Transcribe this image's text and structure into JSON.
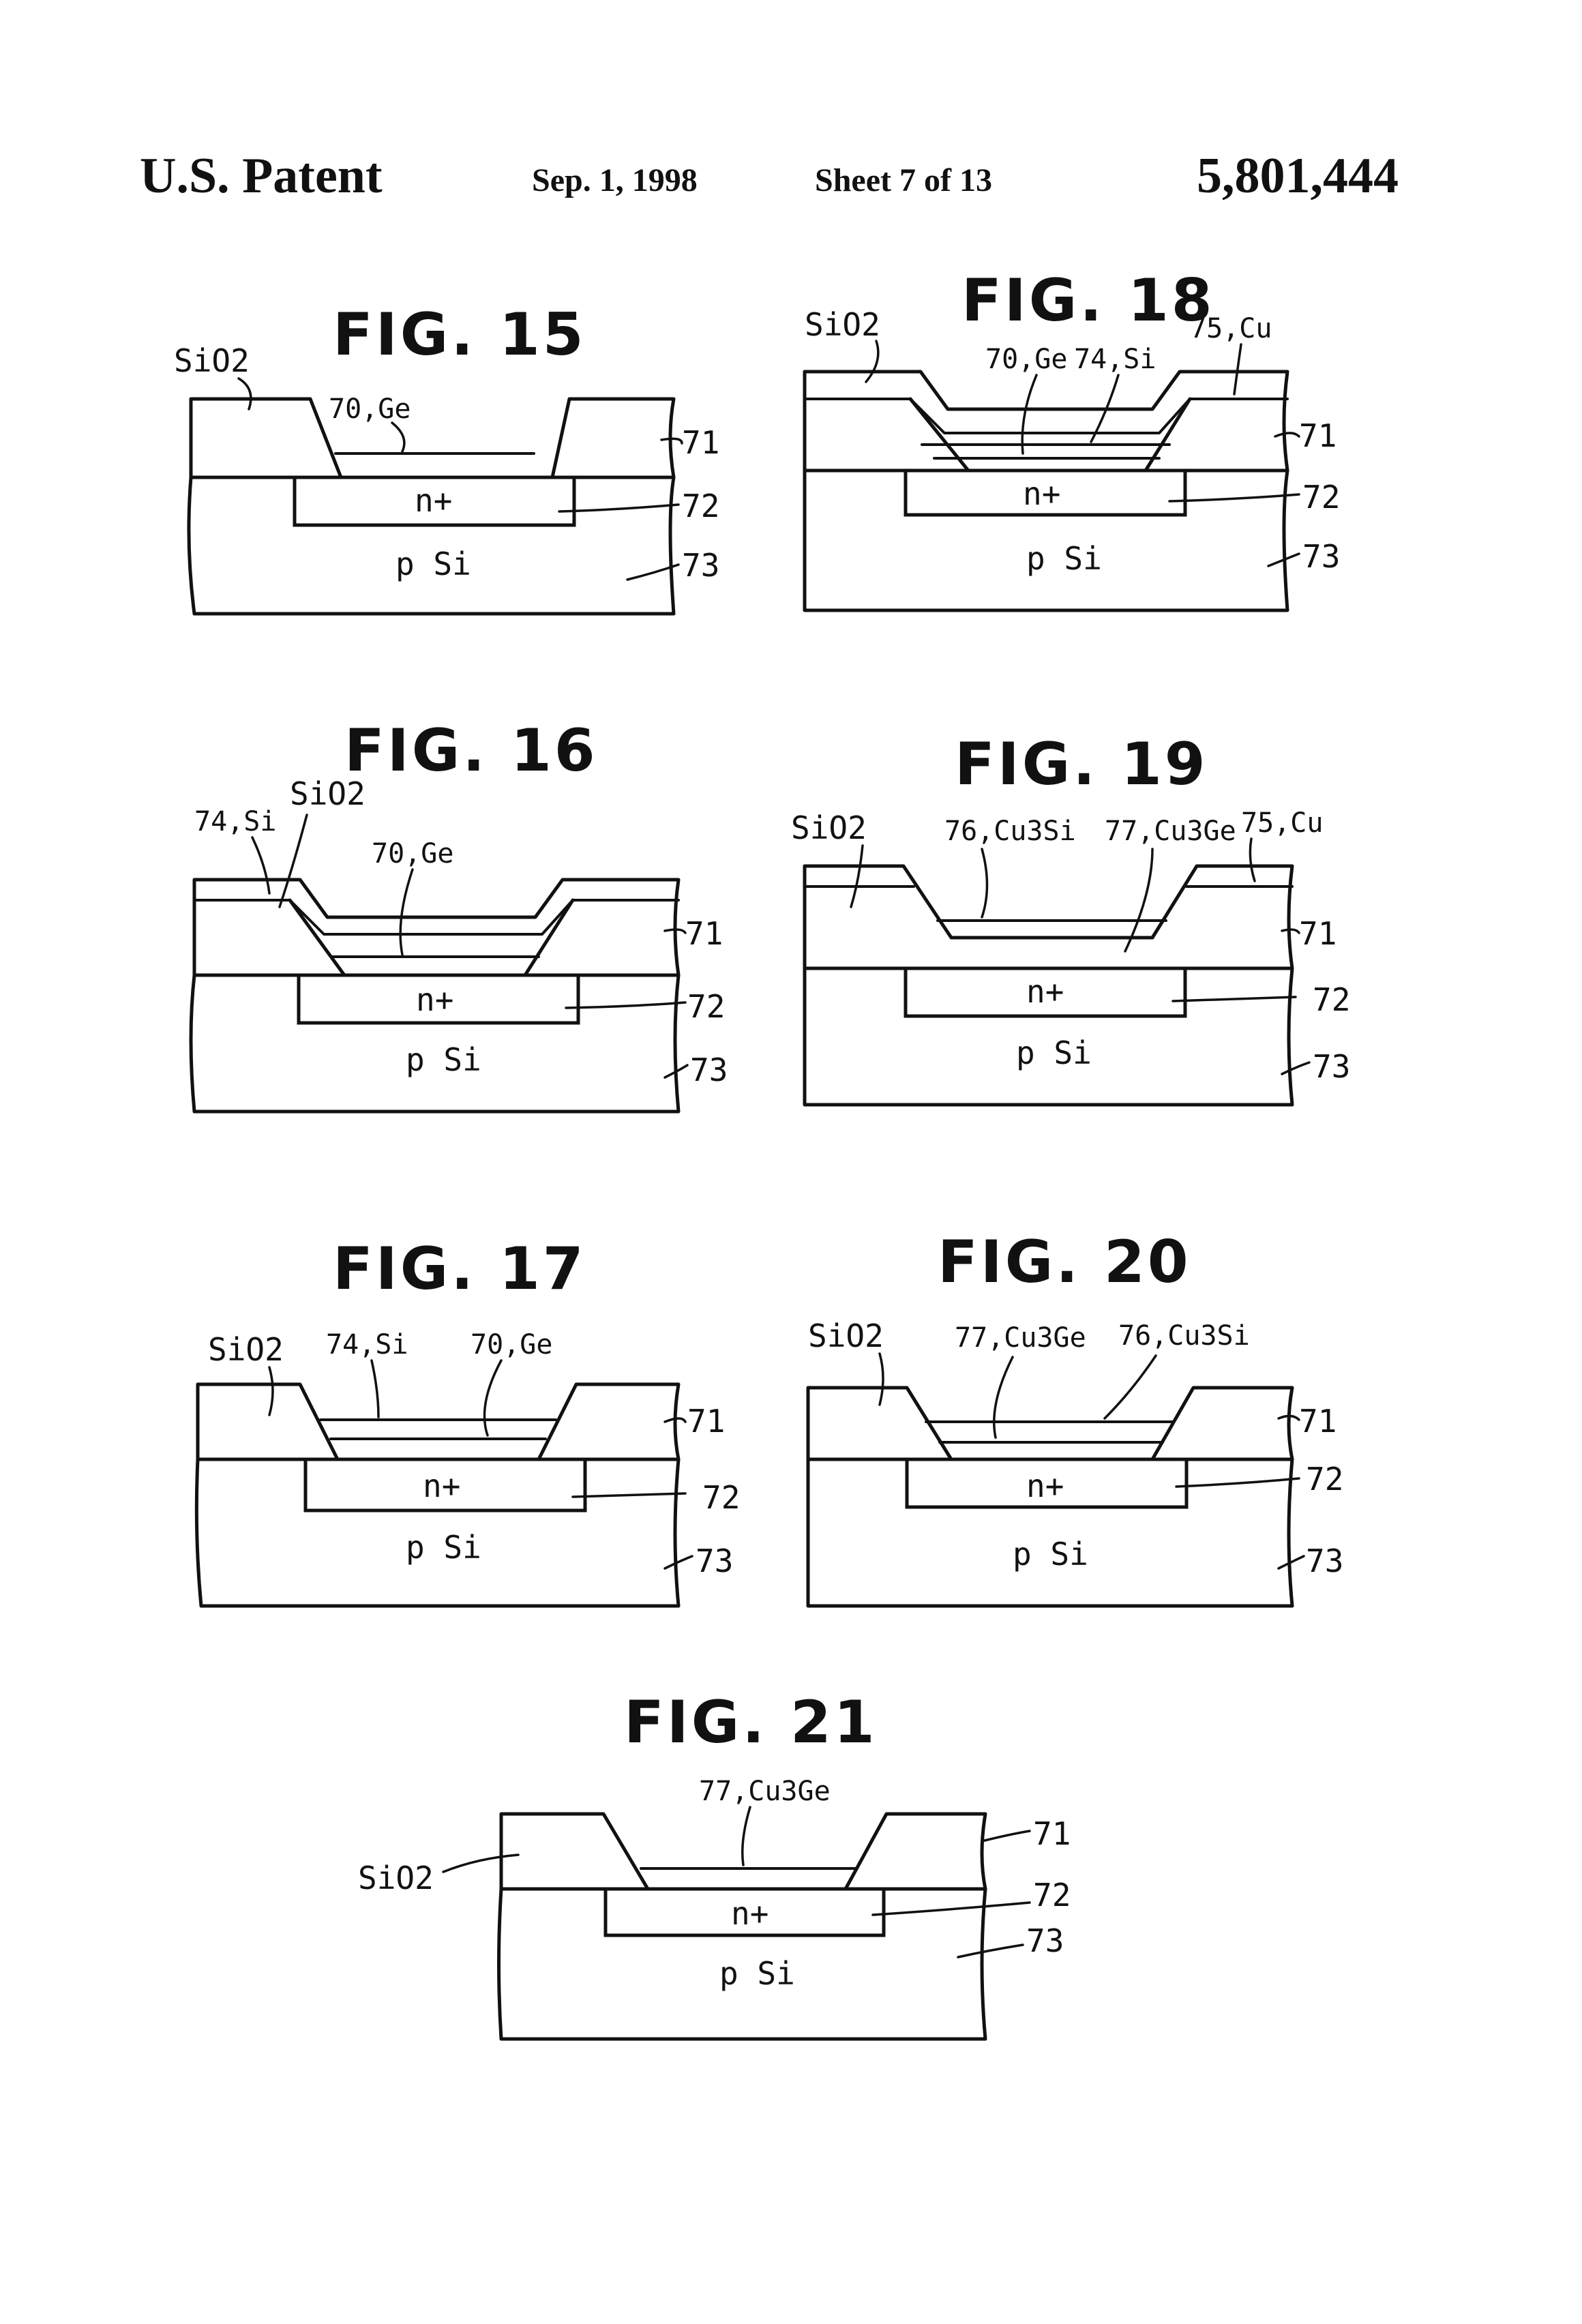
{
  "header": {
    "left": "U.S. Patent",
    "date": "Sep. 1, 1998",
    "sheet": "Sheet 7 of 13",
    "number": "5,801,444"
  },
  "figures": [
    {
      "title": "FIG. 15",
      "labels": {
        "sio2": "SiO2",
        "ge": "70,Ge",
        "nplus": "n+",
        "psi": "p Si",
        "r71": "71",
        "r72": "72",
        "r73": "73"
      }
    },
    {
      "title": "FIG. 16",
      "labels": {
        "sio2": "SiO2",
        "si": "74,Si",
        "ge": "70,Ge",
        "nplus": "n+",
        "psi": "p Si",
        "r71": "71",
        "r72": "72",
        "r73": "73"
      }
    },
    {
      "title": "FIG. 17",
      "labels": {
        "sio2": "SiO2",
        "si": "74,Si",
        "ge": "70,Ge",
        "nplus": "n+",
        "psi": "p Si",
        "r71": "71",
        "r72": "72",
        "r73": "73"
      }
    },
    {
      "title": "FIG. 18",
      "labels": {
        "sio2": "SiO2",
        "ge": "70,Ge",
        "si": "74,Si",
        "cu": "75,Cu",
        "nplus": "n+",
        "psi": "p Si",
        "r71": "71",
        "r72": "72",
        "r73": "73"
      }
    },
    {
      "title": "FIG. 19",
      "labels": {
        "sio2": "SiO2",
        "cu3si": "76,Cu3Si",
        "cu3ge": "77,Cu3Ge",
        "cu": "75,Cu",
        "nplus": "n+",
        "psi": "p Si",
        "r71": "71",
        "r72": "72",
        "r73": "73"
      }
    },
    {
      "title": "FIG. 20",
      "labels": {
        "sio2": "SiO2",
        "cu3ge": "77,Cu3Ge",
        "cu3si": "76,Cu3Si",
        "nplus": "n+",
        "psi": "p Si",
        "r71": "71",
        "r72": "72",
        "r73": "73"
      }
    },
    {
      "title": "FIG. 21",
      "labels": {
        "cu3ge": "77,Cu3Ge",
        "sio2": "SiO2",
        "nplus": "n+",
        "psi": "p Si",
        "r71": "71",
        "r72": "72",
        "r73": "73"
      }
    }
  ]
}
